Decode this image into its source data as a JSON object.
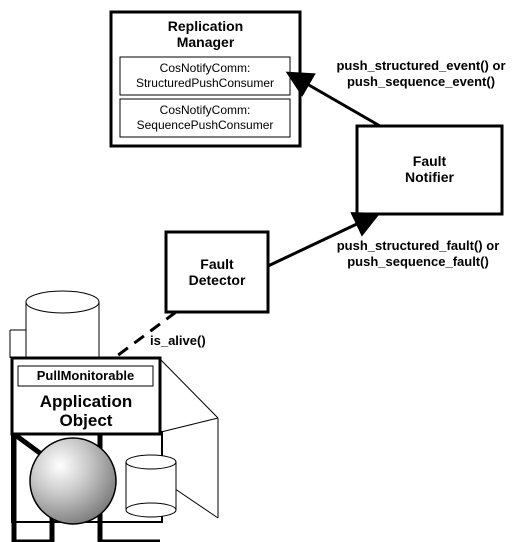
{
  "replication_manager": {
    "title_line1": "Replication",
    "title_line2": "Manager",
    "structured_consumer": {
      "line1": "CosNotifyComm:",
      "line2": "StructuredPushConsumer"
    },
    "sequence_consumer": {
      "line1": "CosNotifyComm:",
      "line2": "SequencePushConsumer"
    }
  },
  "fault_notifier": {
    "line1": "Fault",
    "line2": "Notifier"
  },
  "fault_detector": {
    "line1": "Fault",
    "line2": "Detector"
  },
  "application_object": {
    "interface_label": "PullMonitorable",
    "line1": "Application",
    "line2": "Object"
  },
  "edges": {
    "notifier_to_manager": {
      "line1": "push_structured_event() or",
      "line2": "push_sequence_event()"
    },
    "detector_to_notifier": {
      "line1": "push_structured_fault() or",
      "line2": "push_sequence_fault()"
    },
    "detector_to_app": {
      "label": "is_alive()"
    }
  }
}
